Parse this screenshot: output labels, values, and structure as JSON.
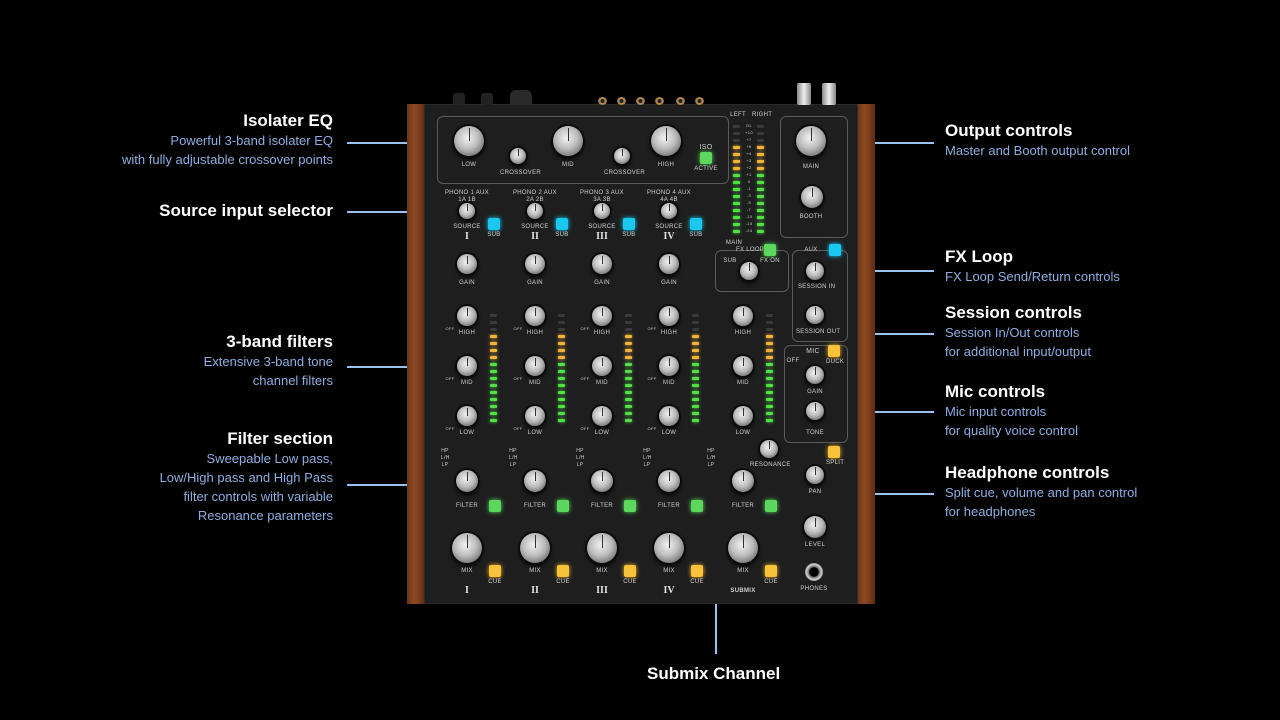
{
  "annotations": {
    "isolater_eq": {
      "title": "Isolater EQ",
      "desc": [
        "Powerful 3-band isolater EQ",
        "with fully adjustable crossover points"
      ]
    },
    "source_input": {
      "title": "Source input selector"
    },
    "three_band": {
      "title": "3-band filters",
      "desc": [
        "Extensive 3-band tone",
        "channel filters"
      ]
    },
    "filter_section": {
      "title": "Filter section",
      "desc": [
        "Sweepable Low pass,",
        "Low/High pass and High Pass",
        "filter controls with variable",
        "Resonance parameters"
      ]
    },
    "output_controls": {
      "title": "Output controls",
      "desc": [
        "Master and Booth output control"
      ]
    },
    "fx_loop": {
      "title": "FX Loop",
      "desc": [
        "FX Loop Send/Return controls"
      ]
    },
    "session_controls": {
      "title": "Session controls",
      "desc": [
        "Session In/Out controls",
        "for additional input/output"
      ]
    },
    "mic_controls": {
      "title": "Mic controls",
      "desc": [
        "Mic input controls",
        "for quality voice control"
      ]
    },
    "headphone_controls": {
      "title": "Headphone controls",
      "desc": [
        "Split cue, volume and pan control",
        "for headphones"
      ]
    },
    "submix_channel": {
      "title": "Submix Channel"
    }
  },
  "mixer": {
    "eq": {
      "low": "LOW",
      "mid": "MID",
      "high": "HIGH",
      "crossover": "CROSSOVER",
      "iso": "ISO",
      "active": "ACTIVE"
    },
    "meter": {
      "left": "LEFT",
      "right": "RIGHT",
      "scale": [
        "OL",
        "+10",
        "+7",
        "+5",
        "+4",
        "+3",
        "+2",
        "+1",
        "0",
        "-1",
        "-3",
        "-5",
        "-7",
        "-10",
        "-15",
        "-24"
      ]
    },
    "output": {
      "main": "MAIN",
      "booth": "BOOTH"
    },
    "channels": [
      {
        "roman": "I",
        "phono": "PHONO 1",
        "a": "1A",
        "b": "1B"
      },
      {
        "roman": "II",
        "phono": "PHONO 2",
        "a": "2A",
        "b": "2B"
      },
      {
        "roman": "III",
        "phono": "PHONO 3",
        "a": "3A",
        "b": "3B"
      },
      {
        "roman": "IV",
        "phono": "PHONO 4",
        "a": "4A",
        "b": "4B"
      }
    ],
    "labels": {
      "aux": "AUX",
      "source": "SOURCE",
      "sub": "SUB",
      "gain": "GAIN",
      "high": "HIGH",
      "mid": "MID",
      "low": "LOW",
      "off": "OFF",
      "filter": "FILTER",
      "mix": "MIX",
      "cue": "CUE",
      "hp": "HP",
      "lh": "L/H",
      "lp": "LP",
      "resonance": "RESONANCE",
      "submix": "SUBMIX",
      "phones": "PHONES",
      "level": "LEVEL",
      "pan": "PAN",
      "split": "SPLIT",
      "mic": "MIC",
      "duck": "DUCK",
      "tone": "TONE",
      "fx_loop": "FX LOOP",
      "fx_on": "FX ON",
      "main": "MAIN",
      "session_in": "SESSION IN",
      "session_out": "SESSION OUT"
    },
    "colors": {
      "sub_button": "#19c7ef",
      "filter_button": "#5bd85c",
      "cue_button": "#f7c33a",
      "annotation_line": "#9cc3f0"
    }
  }
}
